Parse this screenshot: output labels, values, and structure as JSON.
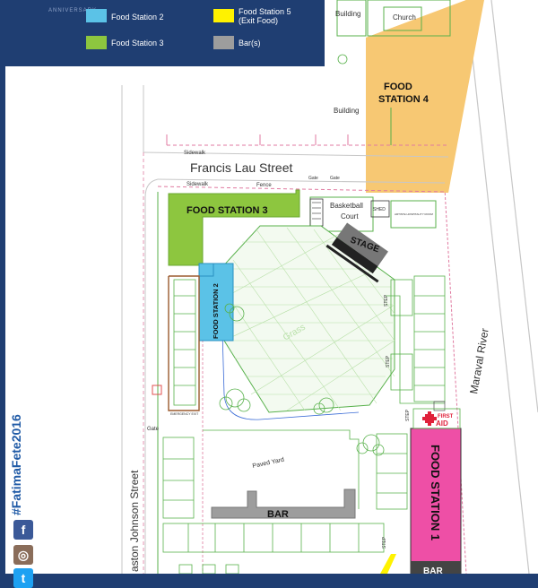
{
  "logo_text": "ANNIVERSARY",
  "legend": {
    "items": [
      {
        "label": "Food Station 2",
        "color": "#5bc2e7"
      },
      {
        "label": "Food Station 5",
        "sub": "(Exit Food)",
        "color": "#fff200"
      },
      {
        "label": "Food Station 3",
        "color": "#8dc63f"
      },
      {
        "label": "Bar(s)",
        "color": "#9d9d9d"
      }
    ]
  },
  "streets": {
    "francis": "Francis Lau Street",
    "johnson": "aston Johnson Street",
    "river": "Maraval River"
  },
  "labels": {
    "sidewalk_top": "Sidewalk",
    "sidewalk_bottom": "Sidewalk",
    "fence": "Fence",
    "gate_top": "Gate",
    "gate_top2": "Gate",
    "gate_left": "Gate",
    "building_top": "Building",
    "church": "Church",
    "building_mid": "Building",
    "basketball": "Basketball",
    "court": "Court",
    "shed": "SHED",
    "artiste": "ARTISTE HOSPITALITY ROOM",
    "grass": "Grass",
    "paved_yard": "Paved Yard",
    "emergency_exit": "EMERGENCY EXIT",
    "step1": "STEP",
    "step2": "STEP",
    "step3": "STEP",
    "step4": "STEP",
    "first_aid_1": "FIRST",
    "first_aid_2": "AID"
  },
  "stations": {
    "fs1": "FOOD STATION 1",
    "fs2": "FOOD STATION 2",
    "fs3": "FOOD STATION 3",
    "fs4_line1": "FOOD",
    "fs4_line2": "STATION 4",
    "stage": "STAGE",
    "bar": "BAR",
    "bar_partial": "BAR"
  },
  "hashtag": "#FatimaFete2016",
  "social": [
    {
      "name": "facebook-icon",
      "glyph": "f",
      "color": "#3b5998"
    },
    {
      "name": "instagram-icon",
      "glyph": "◎",
      "color": "#8a6d5a"
    },
    {
      "name": "twitter-icon",
      "glyph": "t",
      "color": "#1da1f2"
    }
  ]
}
